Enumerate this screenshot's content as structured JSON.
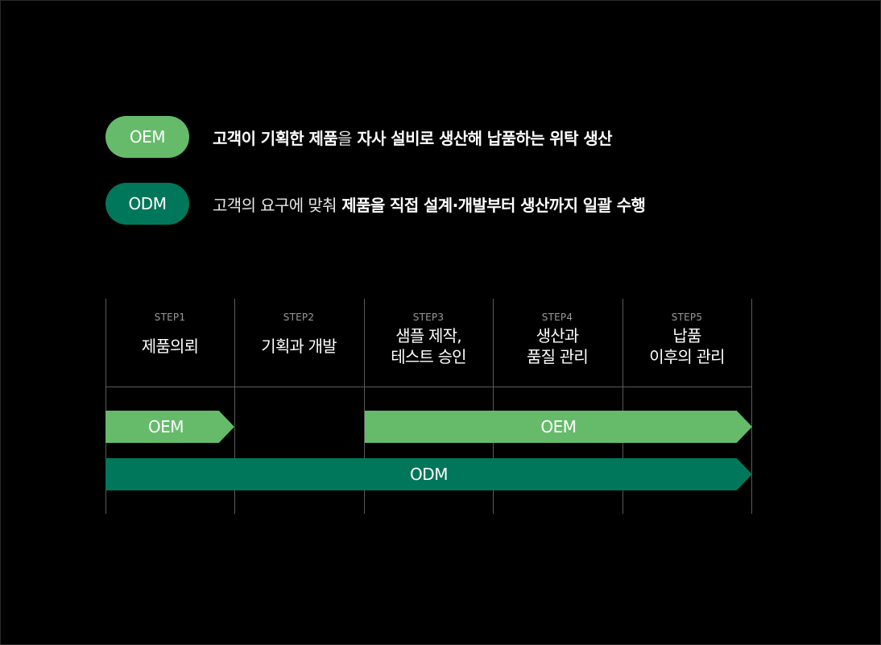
{
  "legend": {
    "oem": {
      "badge": "OEM",
      "part1": "고객이 기획한 제품",
      "part2": "을",
      "part3": " 자사 설비로 생산해 납품하는 위탁 생산"
    },
    "odm": {
      "badge": "ODM",
      "part1": "고객의 요구에 맞춰",
      "part2": " 제품을 직접 설계·개발부터 생산까지 일괄 수행"
    }
  },
  "steps": [
    {
      "num": "STEP1",
      "line1": "제품의뢰",
      "line2": ""
    },
    {
      "num": "STEP2",
      "line1": "기획과 개발",
      "line2": ""
    },
    {
      "num": "STEP3",
      "line1": "샘플 제작,",
      "line2": "테스트 승인"
    },
    {
      "num": "STEP4",
      "line1": "생산과",
      "line2": "품질 관리"
    },
    {
      "num": "STEP5",
      "line1": "납품",
      "line2": "이후의 관리"
    }
  ],
  "bars": {
    "oem_1": "OEM",
    "oem_2": "OEM",
    "odm": "ODM"
  },
  "colors": {
    "oem": "#66bb6a",
    "odm": "#00775a"
  }
}
